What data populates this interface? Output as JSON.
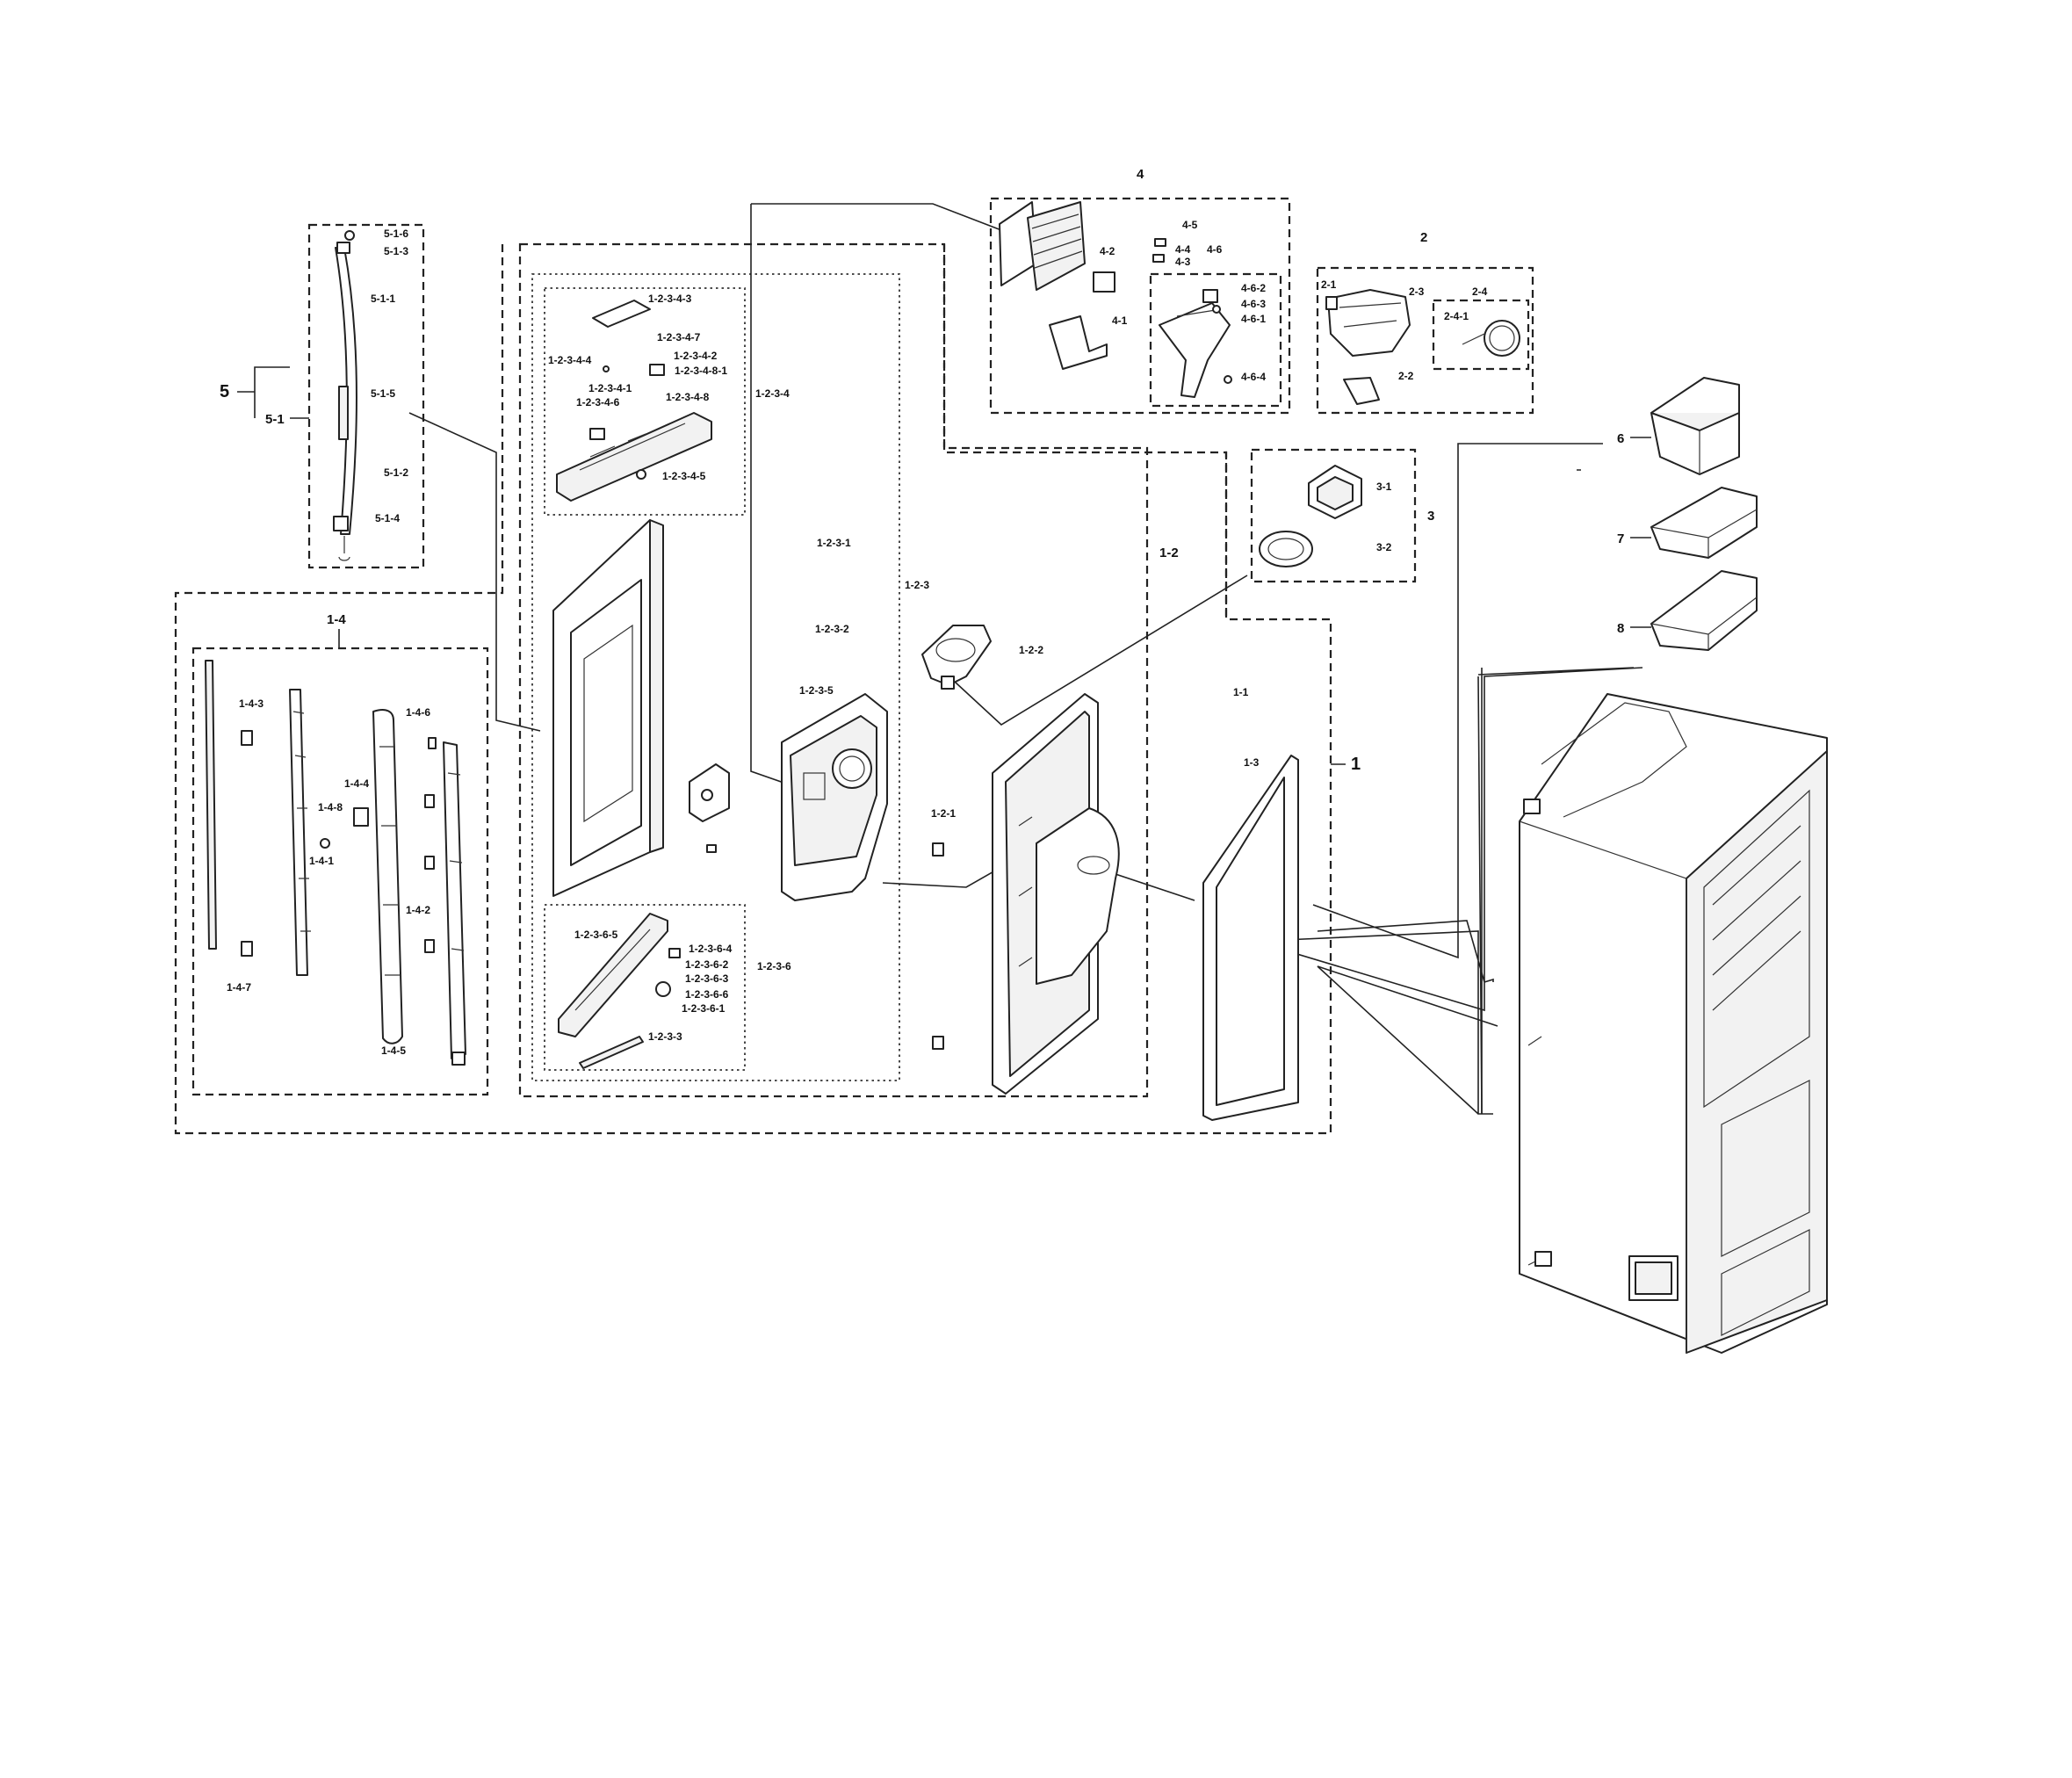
{
  "labels": {
    "l_4": "4",
    "l_4_5": "4-5",
    "l_4_2": "4-2",
    "l_4_4": "4-4",
    "l_4_3": "4-3",
    "l_4_6": "4-6",
    "l_4_1": "4-1",
    "l_4_6_2": "4-6-2",
    "l_4_6_3": "4-6-3",
    "l_4_6_1": "4-6-1",
    "l_4_6_4": "4-6-4",
    "l_2": "2",
    "l_2_1": "2-1",
    "l_2_3": "2-3",
    "l_2_4": "2-4",
    "l_2_4_1": "2-4-1",
    "l_2_2": "2-2",
    "l_3": "3",
    "l_3_1": "3-1",
    "l_3_2": "3-2",
    "l_6": "6",
    "l_7": "7",
    "l_8": "8",
    "l_5": "5",
    "l_5_1": "5-1",
    "l_5_1_6": "5-1-6",
    "l_5_1_3": "5-1-3",
    "l_5_1_1": "5-1-1",
    "l_5_1_5": "5-1-5",
    "l_5_1_2": "5-1-2",
    "l_5_1_4": "5-1-4",
    "l_1": "1",
    "l_1_1": "1-1",
    "l_1_2": "1-2",
    "l_1_3": "1-3",
    "l_1_2_1": "1-2-1",
    "l_1_2_2": "1-2-2",
    "l_1_2_3": "1-2-3",
    "l_1_2_3_1": "1-2-3-1",
    "l_1_2_3_2": "1-2-3-2",
    "l_1_2_3_3": "1-2-3-3",
    "l_1_2_3_5": "1-2-3-5",
    "l_1_2_3_4": "1-2-3-4",
    "l_1_2_3_4_1": "1-2-3-4-1",
    "l_1_2_3_4_2": "1-2-3-4-2",
    "l_1_2_3_4_3": "1-2-3-4-3",
    "l_1_2_3_4_4": "1-2-3-4-4",
    "l_1_2_3_4_5": "1-2-3-4-5",
    "l_1_2_3_4_6": "1-2-3-4-6",
    "l_1_2_3_4_7": "1-2-3-4-7",
    "l_1_2_3_4_8": "1-2-3-4-8",
    "l_1_2_3_4_8_1": "1-2-3-4-8-1",
    "l_1_2_3_6": "1-2-3-6",
    "l_1_2_3_6_1": "1-2-3-6-1",
    "l_1_2_3_6_2": "1-2-3-6-2",
    "l_1_2_3_6_3": "1-2-3-6-3",
    "l_1_2_3_6_4": "1-2-3-6-4",
    "l_1_2_3_6_5": "1-2-3-6-5",
    "l_1_2_3_6_6": "1-2-3-6-6",
    "l_1_4": "1-4",
    "l_1_4_1": "1-4-1",
    "l_1_4_2": "1-4-2",
    "l_1_4_3": "1-4-3",
    "l_1_4_4": "1-4-4",
    "l_1_4_5": "1-4-5",
    "l_1_4_6": "1-4-6",
    "l_1_4_7": "1-4-7",
    "l_1_4_8": "1-4-8"
  }
}
